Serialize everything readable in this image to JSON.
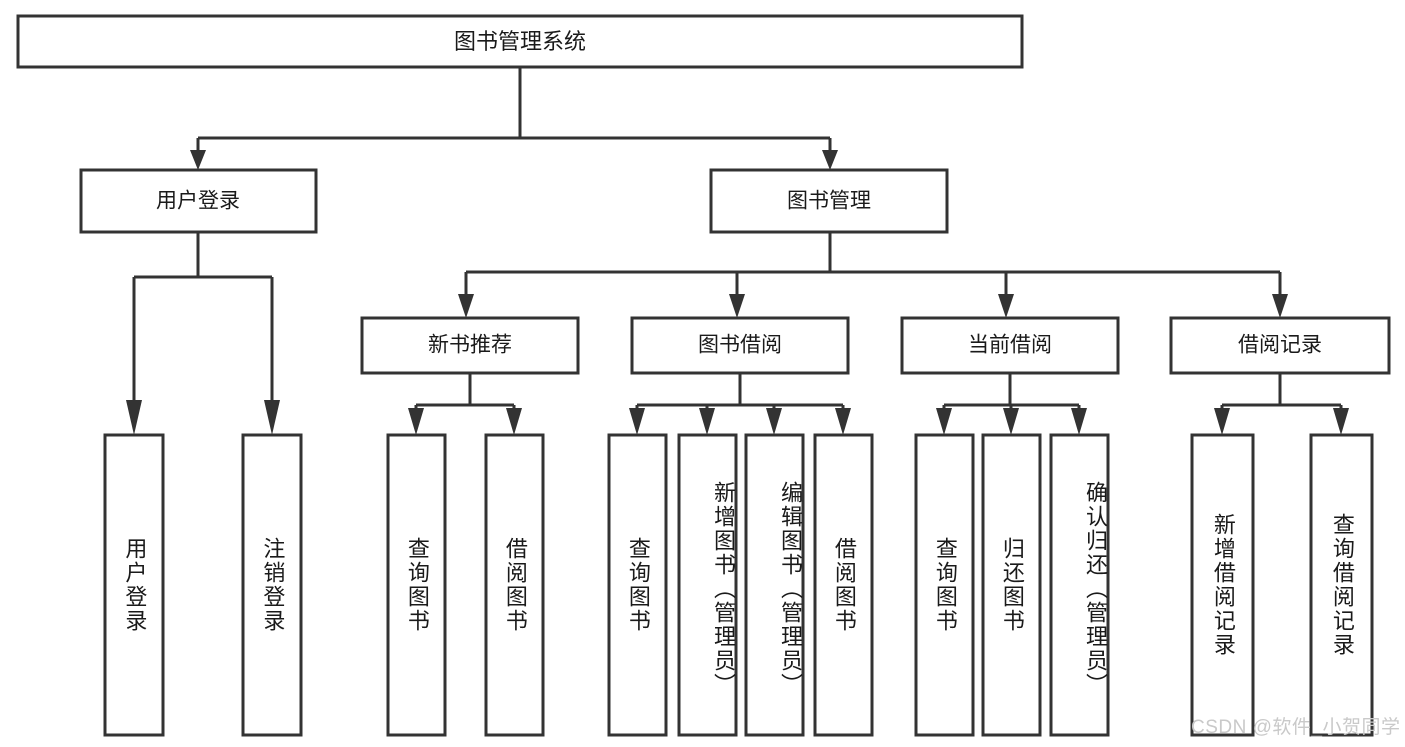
{
  "diagram": {
    "type": "tree",
    "title": "图书管理系统",
    "root": {
      "label": "图书管理系统"
    },
    "level2": [
      {
        "label": "用户登录"
      },
      {
        "label": "图书管理"
      }
    ],
    "level3": [
      {
        "label": "新书推荐"
      },
      {
        "label": "图书借阅"
      },
      {
        "label": "当前借阅"
      },
      {
        "label": "借阅记录"
      }
    ],
    "leaves": {
      "user_login": [
        {
          "label": "用户登录"
        },
        {
          "label": "注销登录"
        }
      ],
      "new_book_recommend": [
        {
          "label": "查询图书"
        },
        {
          "label": "借阅图书"
        }
      ],
      "book_borrow": [
        {
          "label": "查询图书"
        },
        {
          "label": "新增图书（管理员）"
        },
        {
          "label": "编辑图书（管理员）"
        },
        {
          "label": "借阅图书"
        }
      ],
      "current_borrow": [
        {
          "label": "查询图书"
        },
        {
          "label": "归还图书"
        },
        {
          "label": "确认归还（管理员）"
        }
      ],
      "borrow_record": [
        {
          "label": "新增借阅记录"
        },
        {
          "label": "查询借阅记录"
        }
      ]
    }
  },
  "watermark": {
    "text": "CSDN @软件_小贺同学"
  },
  "colors": {
    "stroke": "#333333",
    "fill": "#ffffff",
    "text": "#1a1a1a",
    "watermark": "#c9c9c9"
  }
}
